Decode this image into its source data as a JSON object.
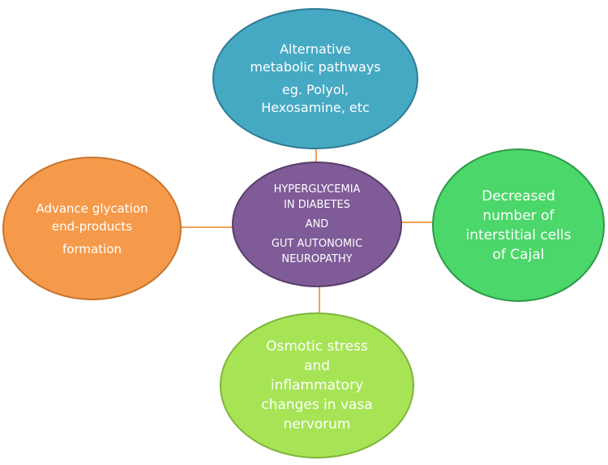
{
  "colors": {
    "top": "#46a9c4",
    "center": "#7f5b98",
    "left": "#f59a4a",
    "right": "#4bd769",
    "bottom": "#a6e455",
    "connector": "#f0a05a",
    "text": "#ffffff"
  },
  "nodes": {
    "top": {
      "lines": [
        "Alternative",
        "metabolic pathways",
        "eg. Polyol,",
        "Hexosamine, etc"
      ]
    },
    "center": {
      "lines": [
        "HYPERGLYCEMIA",
        "IN DIABETES",
        "AND",
        "GUT AUTONOMIC",
        "NEUROPATHY"
      ]
    },
    "left": {
      "lines": [
        "Advance glycation",
        "end-products",
        "formation"
      ]
    },
    "right": {
      "lines": [
        "Decreased",
        "number of",
        "interstitial cells",
        "of Cajal"
      ]
    },
    "bottom": {
      "lines": [
        "Osmotic stress",
        "and",
        "inflammatory",
        "changes in vasa",
        "nervorum"
      ]
    }
  }
}
